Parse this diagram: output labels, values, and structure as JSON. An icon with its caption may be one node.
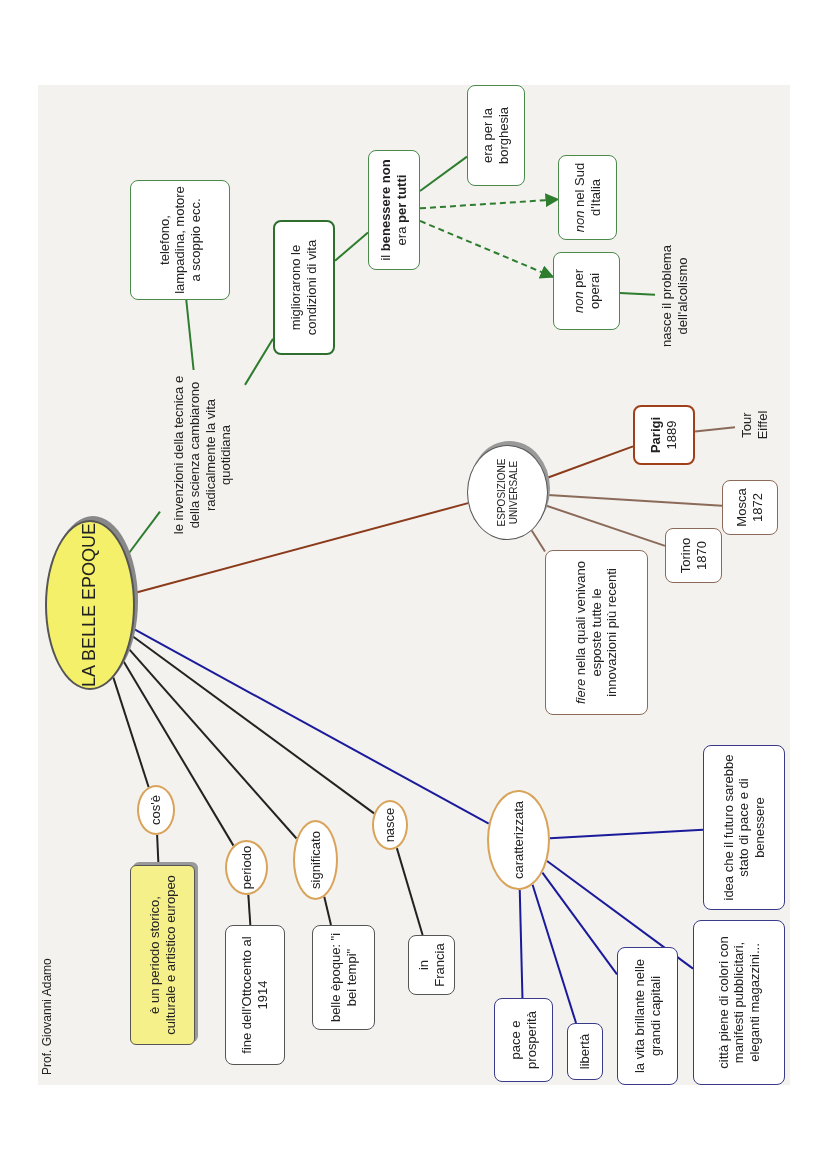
{
  "diagram": {
    "nodes": [
      {
        "text": [
          "LA BELLE EPOQUE"
        ]
      },
      {
        "text": [
          "le invenzioni della tecnica e della scienza cambiarono radicalmente la vita quotidiana"
        ]
      },
      {
        "text": [
          "telefono, lampadina, motore a scoppio ecc."
        ]
      },
      {
        "text": [
          "migliorarono le condizioni di vita"
        ]
      },
      {
        "text": [
          "il **benessere** **non** era **per tutti**"
        ]
      },
      {
        "text": [
          "era per la borghesia"
        ]
      },
      {
        "text": [
          "*non* nel Sud d'Italia"
        ]
      },
      {
        "text": [
          "*non* per operai"
        ]
      },
      {
        "text": [
          "nasce il problema dell'alcolismo"
        ]
      },
      {
        "text": [
          "ESPOSIZIONE UNIVERSALE"
        ]
      },
      {
        "text": [
          "**Parigi** 1889"
        ]
      },
      {
        "text": [
          "Tour Eiffel"
        ]
      },
      {
        "text": [
          "Mosca 1872"
        ]
      },
      {
        "text": [
          "Torino 1870"
        ]
      },
      {
        "text": [
          "*fiere* nella quali venivano esposte tutte le innovazioni più recenti"
        ]
      },
      {
        "text": [
          "cos'è"
        ]
      },
      {
        "text": [
          "è un periodo storico, culturale e artistico europeo"
        ]
      },
      {
        "text": [
          "periodo"
        ]
      },
      {
        "text": [
          "fine dell'Ottocento al 1914"
        ]
      },
      {
        "text": [
          "significato"
        ]
      },
      {
        "text": [
          "belle èpoque: \"i bei tempi\""
        ]
      },
      {
        "text": [
          "nasce"
        ]
      },
      {
        "text": [
          "in Francia"
        ]
      },
      {
        "text": [
          "caratterizzata"
        ]
      },
      {
        "text": [
          "idea che il futuro sarebbe stato di pace e di benessere"
        ]
      },
      {
        "text": [
          "pace e prosperità"
        ]
      },
      {
        "text": [
          "libertà"
        ]
      },
      {
        "text": [
          "la vita brillante nelle grandi capitali"
        ]
      },
      {
        "text": [
          "città piene di colori con manifesti pubblicitari, eleganti magazzini..."
        ]
      }
    ],
    "edges": [
      {
        "from": 0,
        "to": 1,
        "arrow": "none",
        "color": "#2e7d2e"
      },
      {
        "from": 1,
        "to": 2,
        "arrow": "none",
        "color": "#2e7d2e"
      },
      {
        "from": 1,
        "to": 3,
        "arrow": "none",
        "color": "#2e7d2e"
      },
      {
        "from": 3,
        "to": 4,
        "arrow": "none",
        "color": "#2e7d2e"
      },
      {
        "from": 4,
        "to": 5,
        "arrow": "none",
        "color": "#2e7d2e"
      },
      {
        "from": 4,
        "to": 6,
        "arrow": "to",
        "style": "dashed",
        "color": "#2e7d2e"
      },
      {
        "from": 4,
        "to": 7,
        "arrow": "to",
        "style": "dashed",
        "color": "#2e7d2e"
      },
      {
        "from": 7,
        "to": 8,
        "arrow": "none",
        "color": "#2e7d2e"
      },
      {
        "from": 0,
        "to": 9,
        "arrow": "none",
        "color": "#8b3a1a"
      },
      {
        "from": 9,
        "to": 10,
        "arrow": "none",
        "color": "#8b3a1a"
      },
      {
        "from": 10,
        "to": 11,
        "arrow": "none",
        "color": "#8b6a5a"
      },
      {
        "from": 9,
        "to": 12,
        "arrow": "none",
        "color": "#8b6a5a"
      },
      {
        "from": 9,
        "to": 13,
        "arrow": "none",
        "color": "#8b6a5a"
      },
      {
        "from": 9,
        "to": 14,
        "arrow": "none",
        "color": "#8b6a5a"
      },
      {
        "from": 0,
        "to": 15,
        "arrow": "none",
        "color": "#222222"
      },
      {
        "from": 15,
        "to": 16,
        "arrow": "none",
        "color": "#222222"
      },
      {
        "from": 0,
        "to": 17,
        "arrow": "none",
        "color": "#222222"
      },
      {
        "from": 17,
        "to": 18,
        "arrow": "none",
        "color": "#222222"
      },
      {
        "from": 0,
        "to": 19,
        "arrow": "none",
        "color": "#222222"
      },
      {
        "from": 19,
        "to": 20,
        "arrow": "none",
        "color": "#222222"
      },
      {
        "from": 0,
        "to": 21,
        "arrow": "none",
        "color": "#222222"
      },
      {
        "from": 21,
        "to": 22,
        "arrow": "none",
        "color": "#222222"
      },
      {
        "from": 0,
        "to": 23,
        "arrow": "none",
        "color": "#1a1a9a"
      },
      {
        "from": 23,
        "to": 24,
        "arrow": "none",
        "color": "#1a1a9a"
      },
      {
        "from": 23,
        "to": 25,
        "arrow": "none",
        "color": "#1a1a9a"
      },
      {
        "from": 23,
        "to": 26,
        "arrow": "none",
        "color": "#1a1a9a"
      },
      {
        "from": 23,
        "to": 27,
        "arrow": "none",
        "color": "#1a1a9a"
      },
      {
        "from": 23,
        "to": 28,
        "arrow": "none",
        "color": "#1a1a9a"
      }
    ],
    "labels": [
      "Prof. Giovanni Adamo"
    ]
  }
}
